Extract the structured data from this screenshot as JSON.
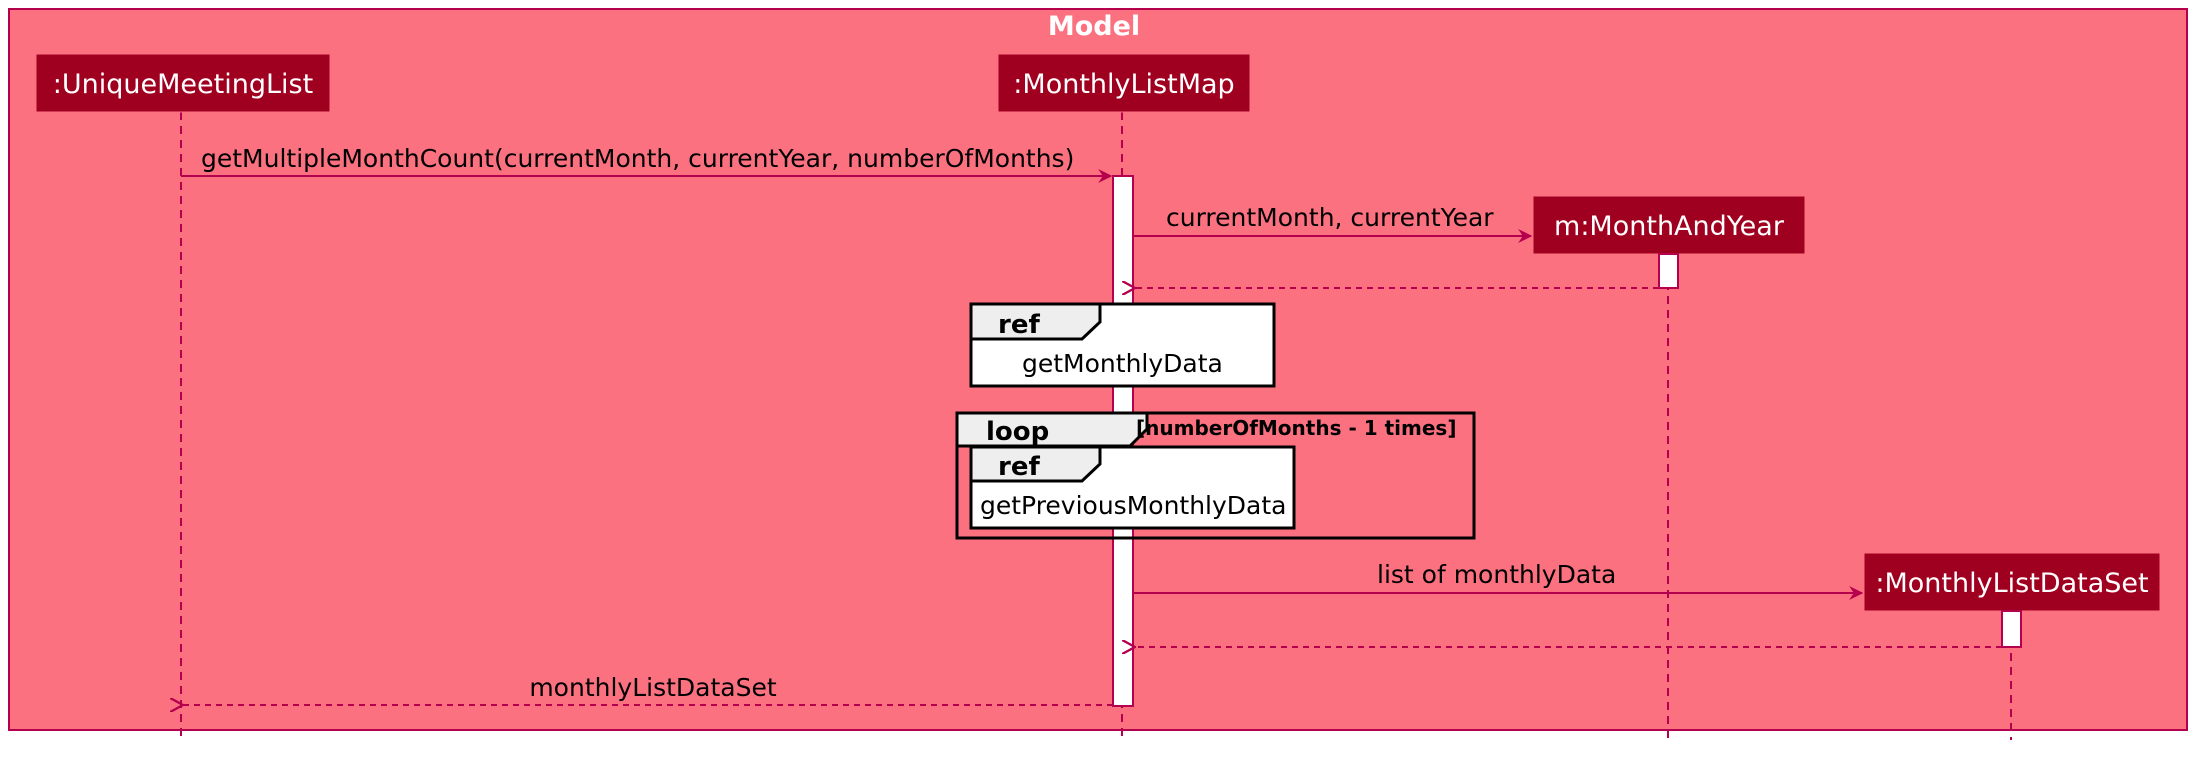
{
  "frame": {
    "title": "Model"
  },
  "participants": {
    "unique_meeting_list": ":UniqueMeetingList",
    "monthly_list_map": ":MonthlyListMap",
    "month_and_year": "m:MonthAndYear",
    "monthly_list_data_set": ":MonthlyListDataSet"
  },
  "messages": {
    "get_multiple_month_count": "getMultipleMonthCount(currentMonth, currentYear,  numberOfMonths)",
    "create_month_and_year": "currentMonth, currentYear",
    "create_data_set": "list of monthlyData",
    "return_data_set": "monthlyListDataSet"
  },
  "fragments": {
    "ref1": {
      "keyword": "ref",
      "text": "getMonthlyData"
    },
    "loop": {
      "keyword": "loop",
      "guard": "[numberOfMonths - 1 times]"
    },
    "ref2": {
      "keyword": "ref",
      "text": "getPreviousMonthlyData"
    }
  },
  "colors": {
    "frame_fill": "#FB7180",
    "frame_border": "#B5004E",
    "participant_fill": "#A00020",
    "line": "#B5004E"
  }
}
